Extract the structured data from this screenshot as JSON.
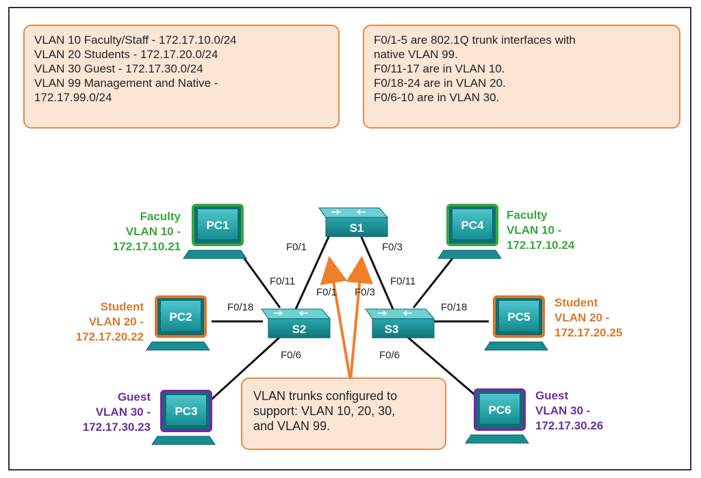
{
  "vlan_notes": [
    "VLAN 10 Faculty/Staff - 172.17.10.0/24",
    "VLAN 20 Students - 172.17.20.0/24",
    "VLAN 30 Guest - 172.17.30.0/24",
    "VLAN 99 Management and Native -",
    "172.17.99.0/24"
  ],
  "port_notes": [
    "F0/1-5 are 802.1Q trunk interfaces with",
    "native VLAN 99.",
    "F0/11-17 are in VLAN 10.",
    "F0/18-24 are in VLAN 20.",
    "F0/6-10 are in VLAN 30."
  ],
  "trunk_note": [
    "VLAN trunks configured to",
    "support: VLAN 10, 20, 30,",
    "and VLAN 99."
  ],
  "colors": {
    "faculty": "#3aa63a",
    "student": "#d8782e",
    "guest": "#6a2f9e",
    "device": "#1a9aa0",
    "note_border": "#e8884a",
    "note_fill": "#fbe6d6",
    "arrow": "#f07f2a"
  },
  "switches": {
    "s1": "S1",
    "s2": "S2",
    "s3": "S3"
  },
  "pcs": {
    "pc1": {
      "name": "PC1",
      "role": "Faculty",
      "vlan": "VLAN 10 -",
      "ip": "172.17.10.21"
    },
    "pc2": {
      "name": "PC2",
      "role": "Student",
      "vlan": "VLAN 20 -",
      "ip": "172.17.20.22"
    },
    "pc3": {
      "name": "PC3",
      "role": "Guest",
      "vlan": "VLAN 30 -",
      "ip": "172.17.30.23"
    },
    "pc4": {
      "name": "PC4",
      "role": "Faculty",
      "vlan": "VLAN 10 -",
      "ip": "172.17.10.24"
    },
    "pc5": {
      "name": "PC5",
      "role": "Student",
      "vlan": "VLAN 20 -",
      "ip": "172.17.20.25"
    },
    "pc6": {
      "name": "PC6",
      "role": "Guest",
      "vlan": "VLAN 30 -",
      "ip": "172.17.30.26"
    }
  },
  "ports": {
    "s1_left": "F0/1",
    "s1_right": "F0/3",
    "s2_pc1": "F0/11",
    "s2_up": "F0/1",
    "s2_pc2": "F0/18",
    "s2_pc3": "F0/6",
    "s3_up": "F0/3",
    "s3_pc4": "F0/11",
    "s3_pc5": "F0/18",
    "s3_pc6": "F0/6"
  }
}
